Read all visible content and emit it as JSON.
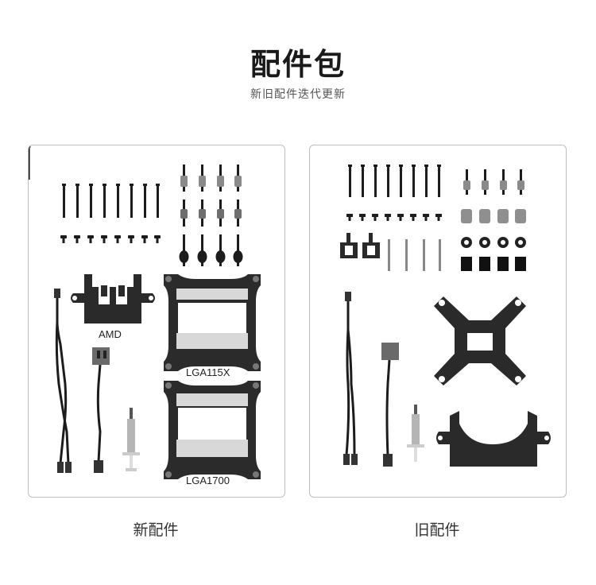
{
  "header": {
    "title": "配件包",
    "subtitle": "新旧配件迭代更新"
  },
  "panels": {
    "new": {
      "caption": "新配件",
      "labels": {
        "amd": "AMD",
        "lga115x": "LGA115X",
        "lga1700": "LGA1700"
      }
    },
    "old": {
      "caption": "旧配件"
    }
  },
  "colors": {
    "part": "#1c1c1c",
    "metal": "#a8a8a8",
    "border": "#bdbdbd"
  }
}
